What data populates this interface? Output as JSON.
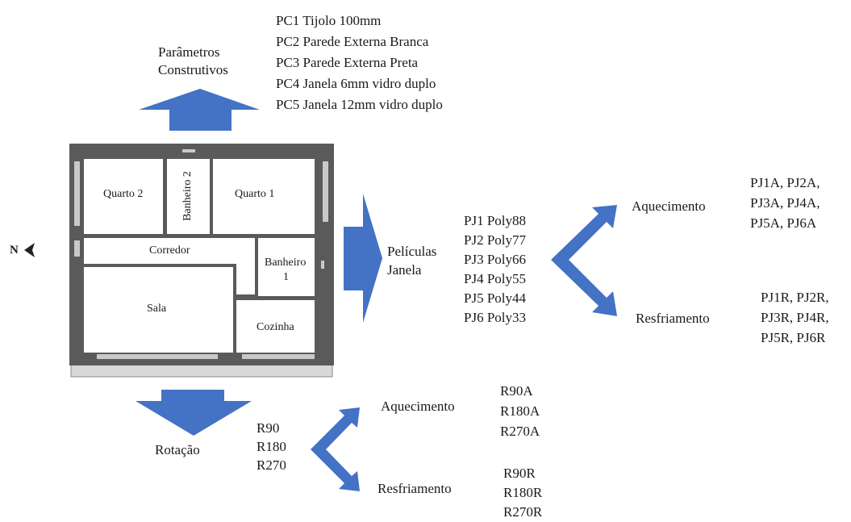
{
  "colors": {
    "arrow": "#4472c4",
    "wall": "#5a5a5a",
    "wall_light": "#bdbdbd",
    "room": "#ffffff"
  },
  "construtivos": {
    "title_line1": "Parâmetros",
    "title_line2": "Construtivos",
    "items": [
      "PC1 Tijolo 100mm",
      "PC2 Parede Externa Branca",
      "PC3 Parede Externa Preta",
      "PC4 Janela 6mm vidro duplo",
      "PC5 Janela 12mm vidro duplo"
    ]
  },
  "floorplan": {
    "north": "N",
    "rooms": {
      "quarto2": "Quarto 2",
      "banheiro2": "Banheiro 2",
      "quarto1": "Quarto 1",
      "corredor": "Corredor",
      "banheiro1_line1": "Banheiro",
      "banheiro1_line2": "1",
      "sala": "Sala",
      "cozinha": "Cozinha"
    }
  },
  "peliculas": {
    "title_line1": "Películas",
    "title_line2": "Janela",
    "items": [
      "PJ1 Poly88",
      "PJ2 Poly77",
      "PJ3 Poly66",
      "PJ4 Poly55",
      "PJ5 Poly44",
      "PJ6 Poly33"
    ],
    "aquecimento": "Aquecimento",
    "resfriamento": "Resfriamento",
    "aquecimento_items": [
      "PJ1A, PJ2A,",
      "PJ3A, PJ4A,",
      "PJ5A, PJ6A"
    ],
    "resfriamento_items": [
      "PJ1R, PJ2R,",
      "PJ3R, PJ4R,",
      "PJ5R, PJ6R"
    ]
  },
  "rotacao": {
    "title": "Rotação",
    "items": [
      "R90",
      "R180",
      "R270"
    ],
    "aquecimento": "Aquecimento",
    "resfriamento": "Resfriamento",
    "aquecimento_items": [
      "R90A",
      "R180A",
      "R270A"
    ],
    "resfriamento_items": [
      "R90R",
      "R180R",
      "R270R"
    ]
  }
}
